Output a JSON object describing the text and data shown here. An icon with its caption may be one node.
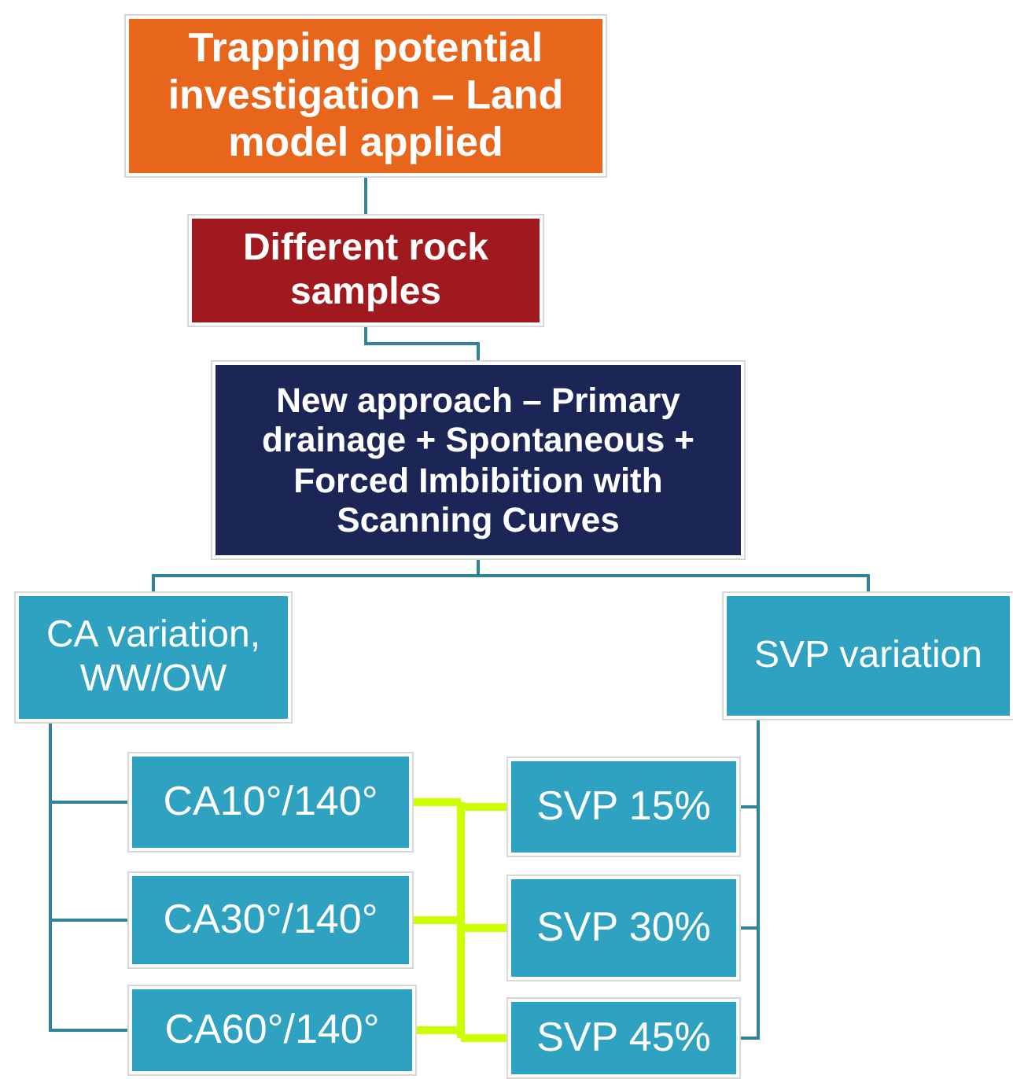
{
  "diagram": {
    "nodes": [
      {
        "text": [
          "Trapping potential investigation – Land model applied"
        ]
      },
      {
        "text": [
          "Different rock samples"
        ]
      },
      {
        "text": [
          "New approach – Primary drainage + Spontaneous + Forced Imbibition with Scanning Curves"
        ]
      },
      {
        "text": [
          "CA variation, WW/OW"
        ]
      },
      {
        "text": [
          "SVP variation"
        ]
      },
      {
        "text": [
          "CA10°/140°"
        ]
      },
      {
        "text": [
          "CA30°/140°"
        ]
      },
      {
        "text": [
          "CA60°/140°"
        ]
      },
      {
        "text": [
          "SVP 15%"
        ]
      },
      {
        "text": [
          "SVP 30%"
        ]
      },
      {
        "text": [
          "SVP 45%"
        ]
      }
    ],
    "edges": [
      {
        "from": 0,
        "to": 1,
        "arrow": "none"
      },
      {
        "from": 1,
        "to": 2,
        "arrow": "none"
      },
      {
        "from": 2,
        "to": 3,
        "arrow": "none"
      },
      {
        "from": 2,
        "to": 4,
        "arrow": "none"
      },
      {
        "from": 3,
        "to": 5,
        "arrow": "none"
      },
      {
        "from": 3,
        "to": 6,
        "arrow": "none"
      },
      {
        "from": 3,
        "to": 7,
        "arrow": "none"
      },
      {
        "from": 4,
        "to": 8,
        "arrow": "none"
      },
      {
        "from": 4,
        "to": 9,
        "arrow": "none"
      },
      {
        "from": 4,
        "to": 10,
        "arrow": "none"
      },
      {
        "from": 5,
        "to": 8,
        "arrow": "none",
        "style": "thick",
        "color": "#ccff00"
      },
      {
        "from": 5,
        "to": 9,
        "arrow": "none",
        "style": "thick",
        "color": "#ccff00"
      },
      {
        "from": 5,
        "to": 10,
        "arrow": "none",
        "style": "thick",
        "color": "#ccff00"
      },
      {
        "from": 6,
        "to": 8,
        "arrow": "none",
        "style": "thick",
        "color": "#ccff00"
      },
      {
        "from": 6,
        "to": 9,
        "arrow": "none",
        "style": "thick",
        "color": "#ccff00"
      },
      {
        "from": 6,
        "to": 10,
        "arrow": "none",
        "style": "thick",
        "color": "#ccff00"
      },
      {
        "from": 7,
        "to": 8,
        "arrow": "none",
        "style": "thick",
        "color": "#ccff00"
      },
      {
        "from": 7,
        "to": 9,
        "arrow": "none",
        "style": "thick",
        "color": "#ccff00"
      },
      {
        "from": 7,
        "to": 10,
        "arrow": "none",
        "style": "thick",
        "color": "#ccff00"
      }
    ]
  }
}
